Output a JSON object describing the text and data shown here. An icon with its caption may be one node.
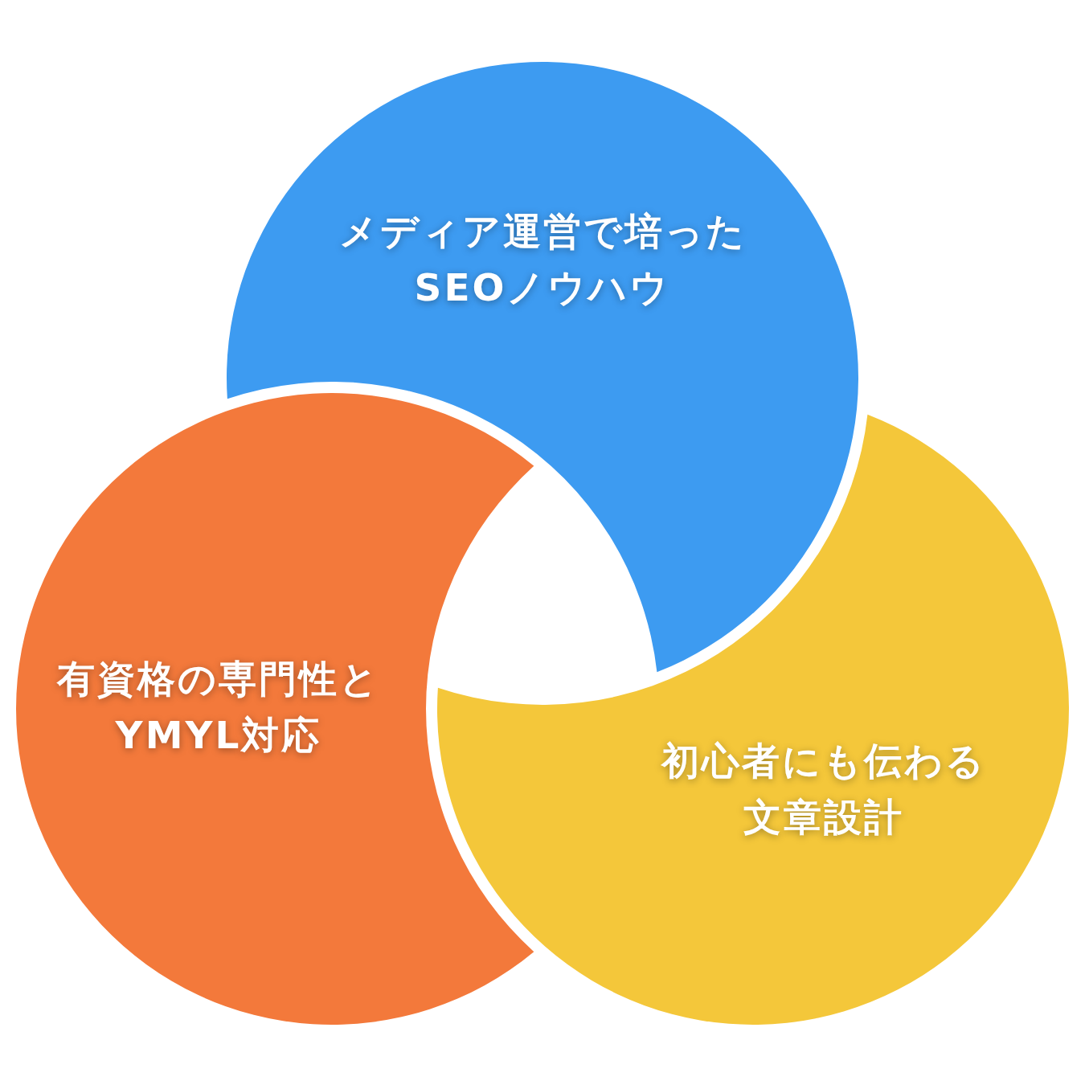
{
  "diagram": {
    "nodes": [
      {
        "text": [
          "メディア運営で培ったSEOノウハウ"
        ]
      },
      {
        "text": [
          "有資格の専門性とYMYL対応"
        ]
      },
      {
        "text": [
          "初心者にも伝わる文章設計"
        ]
      }
    ]
  }
}
